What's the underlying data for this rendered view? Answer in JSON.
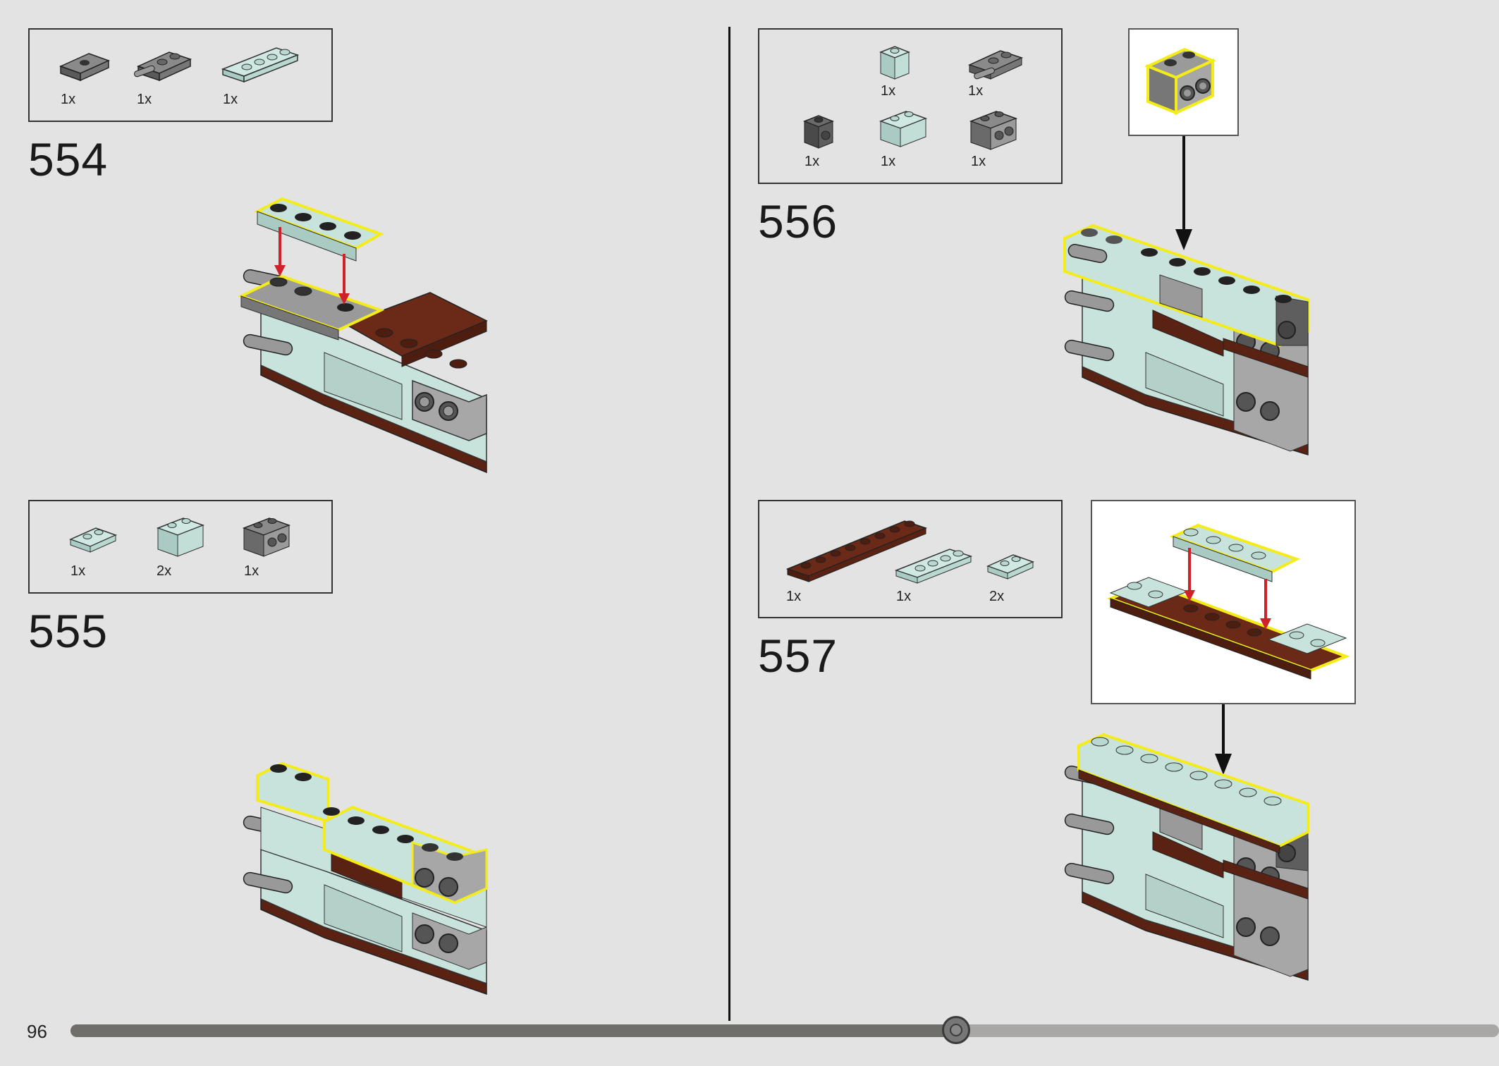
{
  "page_number": "96",
  "progress": {
    "fraction": 0.62
  },
  "colors": {
    "background": "#e3e3e3",
    "sand_green": "#c8e3dc",
    "light_gray": "#a7a7a7",
    "dark_gray": "#6b6b6b",
    "reddish_brown": "#6b2a18",
    "highlight": "#f4ec1a",
    "arrow_red": "#d0202a"
  },
  "steps": [
    {
      "number": "554",
      "parts": [
        {
          "qty": "1x",
          "part": "plate-1x2-with-center-stud"
        },
        {
          "qty": "1x",
          "part": "plate-1x2-with-bar-handle"
        },
        {
          "qty": "1x",
          "part": "plate-1x4"
        }
      ]
    },
    {
      "number": "555",
      "parts": [
        {
          "qty": "1x",
          "part": "plate-1x2"
        },
        {
          "qty": "2x",
          "part": "brick-1x2"
        },
        {
          "qty": "1x",
          "part": "brick-1x2-with-two-side-studs"
        }
      ]
    },
    {
      "number": "556",
      "parts": [
        {
          "qty": "1x",
          "part": "brick-1x1"
        },
        {
          "qty": "1x",
          "part": "plate-1x2-with-bar-handle"
        },
        {
          "qty": "1x",
          "part": "brick-1x1-with-side-stud"
        },
        {
          "qty": "1x",
          "part": "brick-1x2"
        },
        {
          "qty": "1x",
          "part": "brick-1x2-with-two-side-studs"
        }
      ]
    },
    {
      "number": "557",
      "parts": [
        {
          "qty": "1x",
          "part": "plate-1x8"
        },
        {
          "qty": "1x",
          "part": "plate-1x4"
        },
        {
          "qty": "2x",
          "part": "plate-1x2"
        }
      ]
    }
  ]
}
